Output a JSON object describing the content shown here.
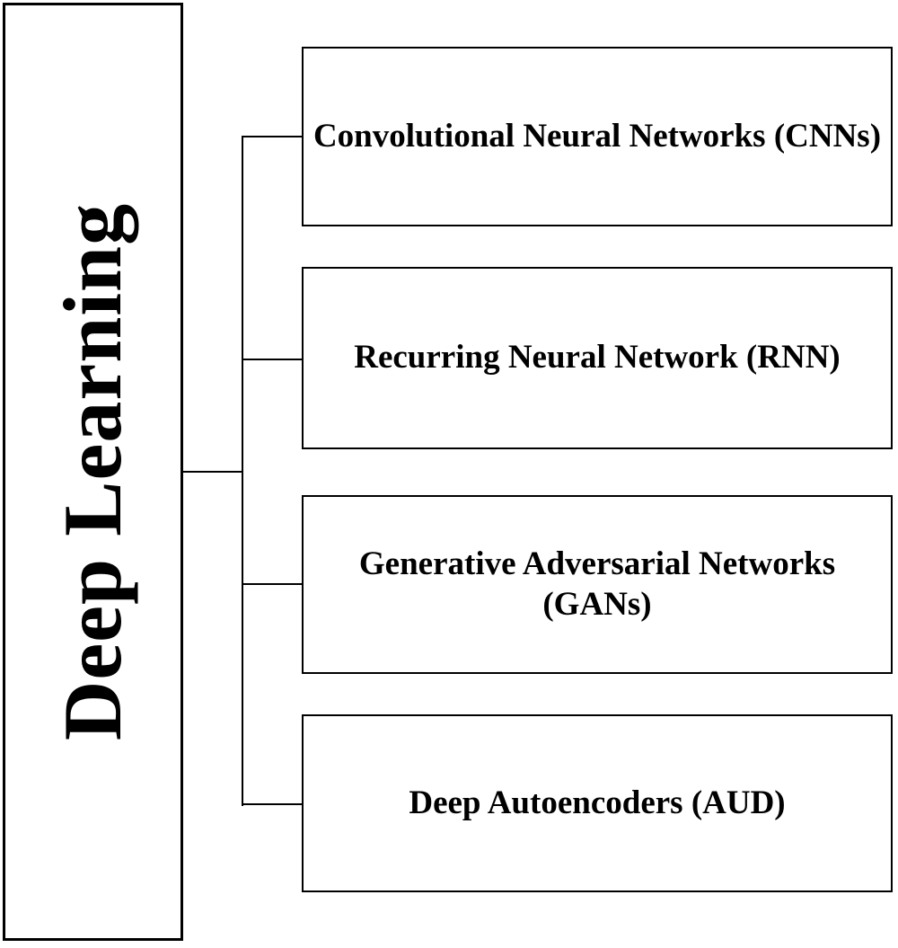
{
  "diagram": {
    "root": {
      "label": "Deep Learning"
    },
    "branches": [
      {
        "id": "cnns",
        "label": "Convolutional Neural Networks (CNNs)"
      },
      {
        "id": "rnn",
        "label": "Recurring Neural Network (RNN)"
      },
      {
        "id": "gans",
        "label": "Generative Adversarial Networks (GANs)"
      },
      {
        "id": "aud",
        "label": "Deep Autoencoders (AUD)"
      }
    ],
    "colors": {
      "line": "#000000",
      "text": "#000000",
      "background": "#ffffff"
    }
  }
}
